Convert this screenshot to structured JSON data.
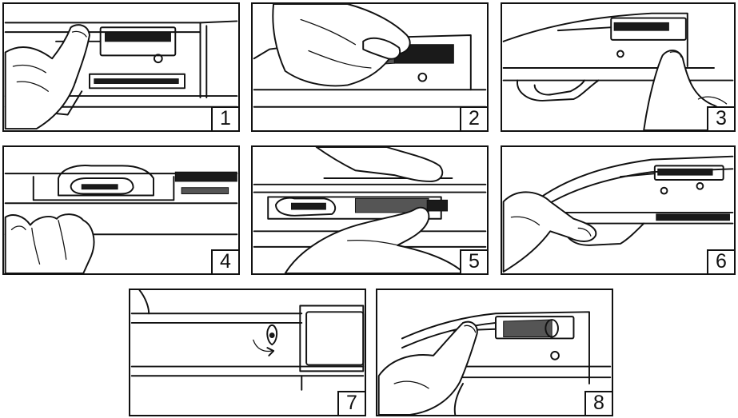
{
  "panels": [
    {
      "id": "p1",
      "label": "1"
    },
    {
      "id": "p2",
      "label": "2"
    },
    {
      "id": "p3",
      "label": "3"
    },
    {
      "id": "p4",
      "label": "4"
    },
    {
      "id": "p5",
      "label": "5"
    },
    {
      "id": "p6",
      "label": "6"
    },
    {
      "id": "p7",
      "label": "7"
    },
    {
      "id": "p8",
      "label": "8"
    }
  ],
  "icons": [
    "hand-illustration",
    "receiver-illustration",
    "trigger-guard-illustration",
    "rotation-arrow-icon"
  ]
}
